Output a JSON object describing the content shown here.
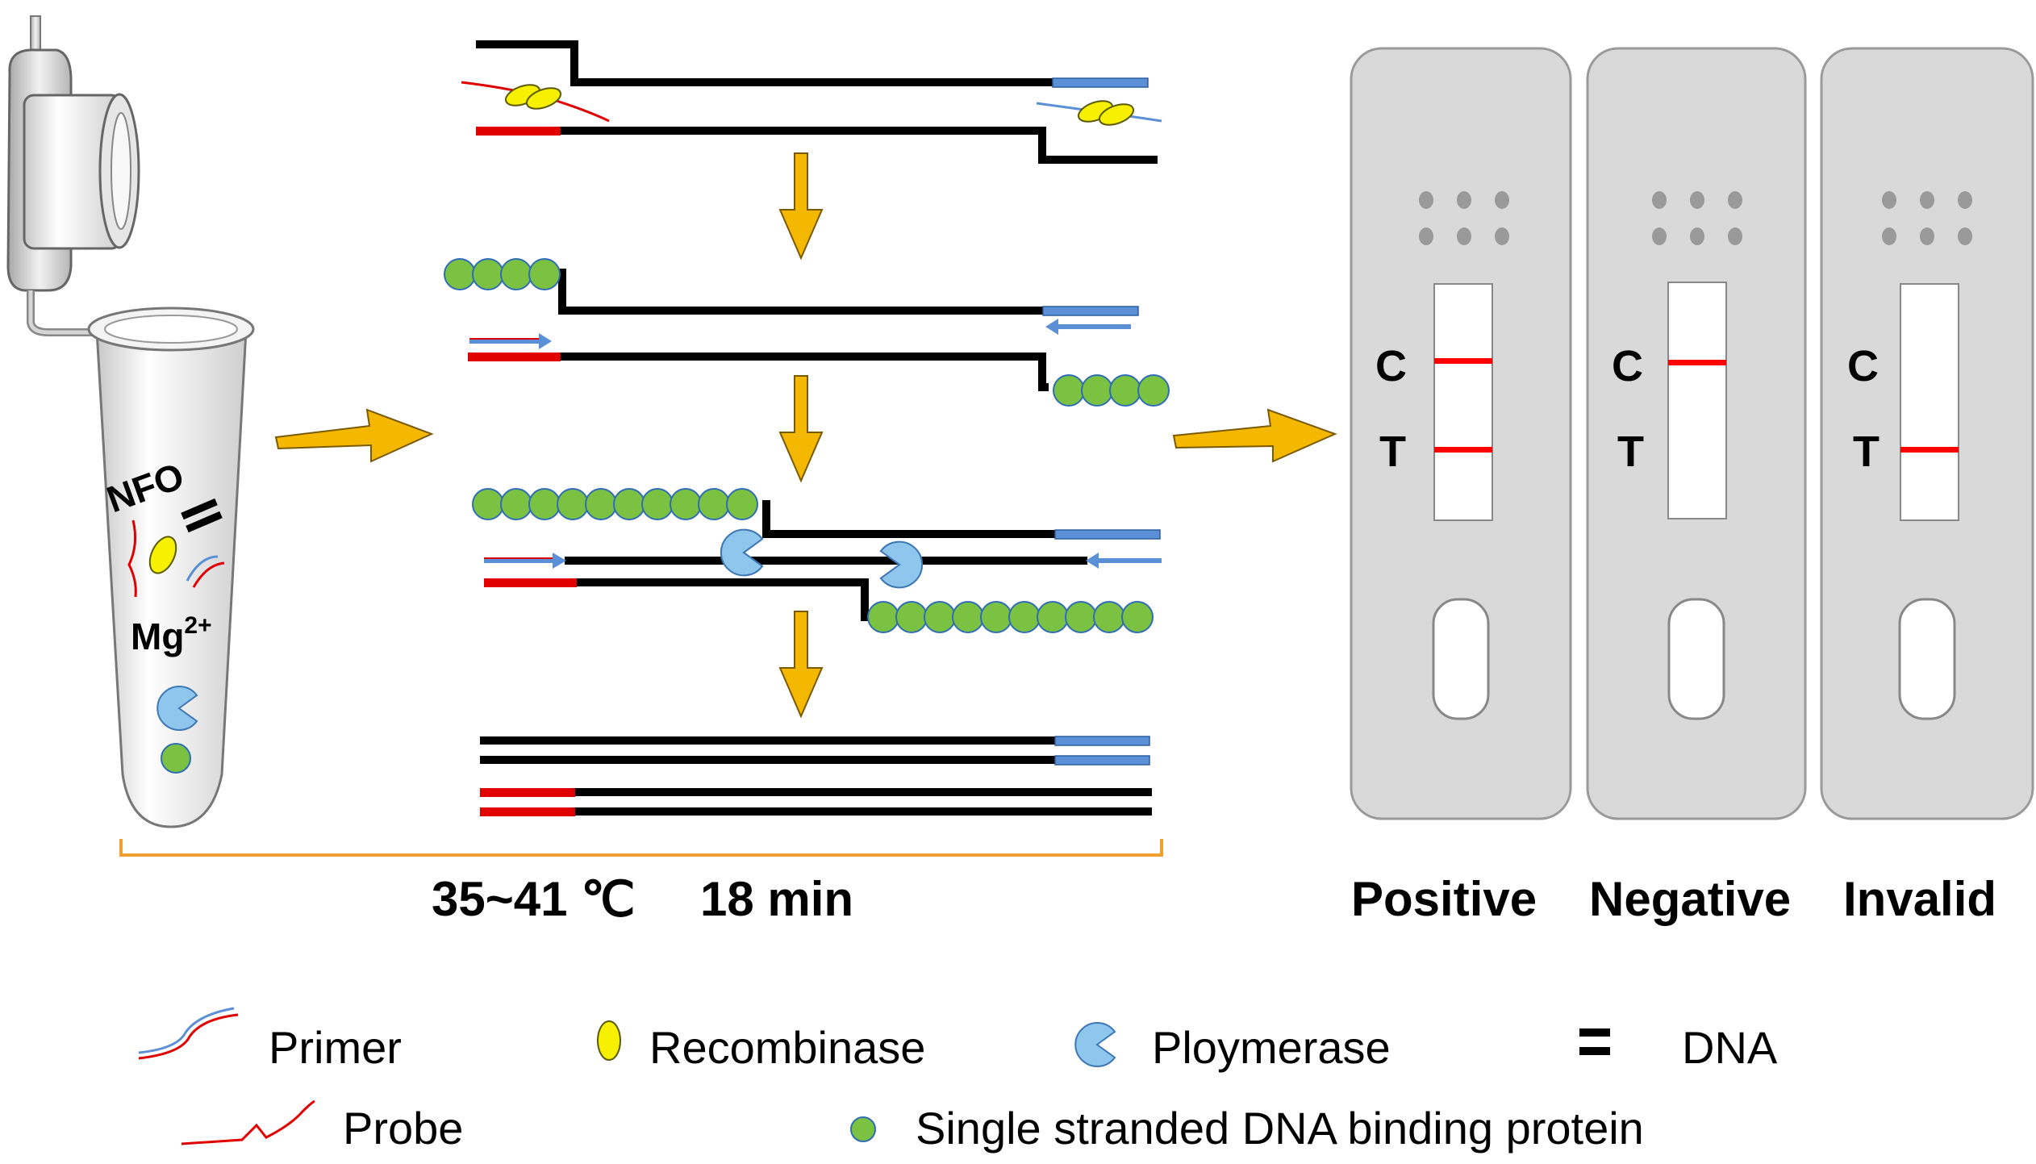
{
  "tube": {
    "nfo_label": "NFO",
    "mg_label": "Mg",
    "mg_superscript": "2+"
  },
  "condition": {
    "temperature": "35~41 ℃",
    "time": "18 min"
  },
  "strips": [
    {
      "result": "Positive",
      "c_label": "C",
      "t_label": "T",
      "c_line": true,
      "t_line": true
    },
    {
      "result": "Negative",
      "c_label": "C",
      "t_label": "T",
      "c_line": true,
      "t_line": false
    },
    {
      "result": "Invalid",
      "c_label": "C",
      "t_label": "T",
      "c_line": false,
      "t_line": true
    }
  ],
  "legend": {
    "primer": "Primer",
    "recombinase": "Recombinase",
    "polymerase": "Ploymerase",
    "dna": "DNA",
    "probe": "Probe",
    "ssb": "Single stranded DNA binding protein"
  },
  "colors": {
    "dna": "#000000",
    "probe": "#e00000",
    "primer": "#5b8fd6",
    "recombinase": "#f7f000",
    "polymerase": "#8ec6ee",
    "ssb": "#7cc242",
    "arrow": "#f5b800",
    "strip": "#d9d9d9",
    "test_line": "#ff0000",
    "bracket": "#f0a030"
  }
}
